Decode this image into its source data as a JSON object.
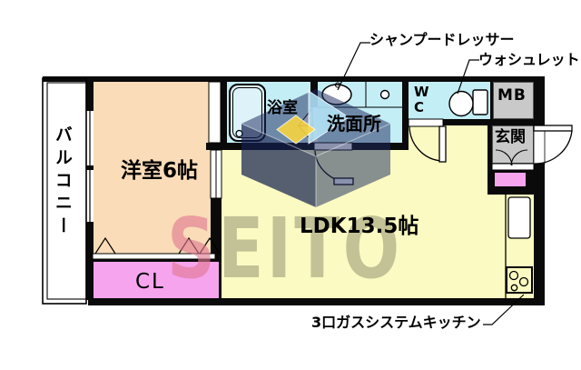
{
  "plan": {
    "balcony": "バルコニー",
    "western_room": "洋室6帖",
    "bath": "浴室",
    "washroom": "洗面所",
    "wc": "WC",
    "meter_box": "MB",
    "entrance": "玄関",
    "ldk": "LDK13.5帖",
    "closet": "CL"
  },
  "annotations": {
    "shampoo_dresser": "シャンプードレッサー",
    "washlet": "ウォシュレット",
    "gas_kitchen": "3口ガスシステムキッチン"
  },
  "watermark": {
    "first_letter": "S",
    "rest": "EITO"
  },
  "colors": {
    "room_peach": "#fadcb8",
    "room_yellow": "#fafac2",
    "room_cyan": "#c4eef6",
    "closet_pink": "#f7a4ee",
    "utility_gray": "#c9c9c9",
    "wall_black": "#0a0a0a",
    "logo_navy": "#1e2d5f",
    "logo_yellow": "#fad63c",
    "logo_cyan": "#b4e4f6",
    "watermark_pink": "#e17d94",
    "watermark_gray": "#969473"
  }
}
